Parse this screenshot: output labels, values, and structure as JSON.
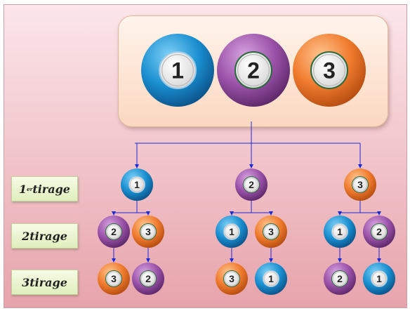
{
  "colors": {
    "blue": "#1a8fd0",
    "purple": "#9a52a8",
    "orange": "#f07b2e",
    "connector": "#1a2ad6"
  },
  "top_balls": [
    "1",
    "2",
    "3"
  ],
  "labels": [
    {
      "main": "1",
      "sup": "er",
      "rest": " tirage"
    },
    {
      "main": "2",
      "sup": "",
      "rest": " tirage"
    },
    {
      "main": "3",
      "sup": "",
      "rest": " tirage"
    }
  ],
  "tree": [
    {
      "root": "1",
      "second": [
        "2",
        "3"
      ],
      "third": [
        "3",
        "2"
      ]
    },
    {
      "root": "2",
      "second": [
        "1",
        "3"
      ],
      "third": [
        "3",
        "1"
      ]
    },
    {
      "root": "3",
      "second": [
        "1",
        "2"
      ],
      "third": [
        "2",
        "1"
      ]
    }
  ]
}
